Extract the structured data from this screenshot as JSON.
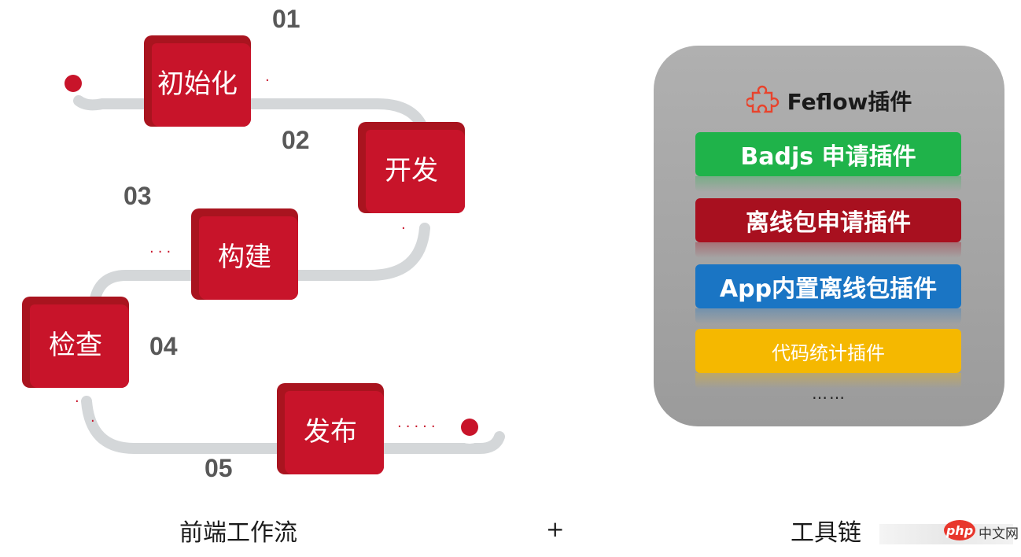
{
  "workflow": {
    "steps": [
      {
        "number": "01",
        "label": "初始化"
      },
      {
        "number": "02",
        "label": "开发"
      },
      {
        "number": "03",
        "label": "构建"
      },
      {
        "number": "04",
        "label": "检查"
      },
      {
        "number": "05",
        "label": "发布"
      }
    ],
    "caption": "前端工作流"
  },
  "operator": "+",
  "toolchain": {
    "title": "Feflow插件",
    "title_icon": "puzzle-icon",
    "plugins": [
      {
        "label": "Badjs 申请插件",
        "color": "#1fb34a"
      },
      {
        "label": "离线包申请插件",
        "color": "#a8101f"
      },
      {
        "label": "App内置离线包插件",
        "color": "#1a75c4"
      },
      {
        "label": "代码统计插件",
        "color": "#f5b800"
      }
    ],
    "more": "……",
    "caption": "工具链"
  },
  "watermark": {
    "logo": "php",
    "text": "中文网"
  }
}
